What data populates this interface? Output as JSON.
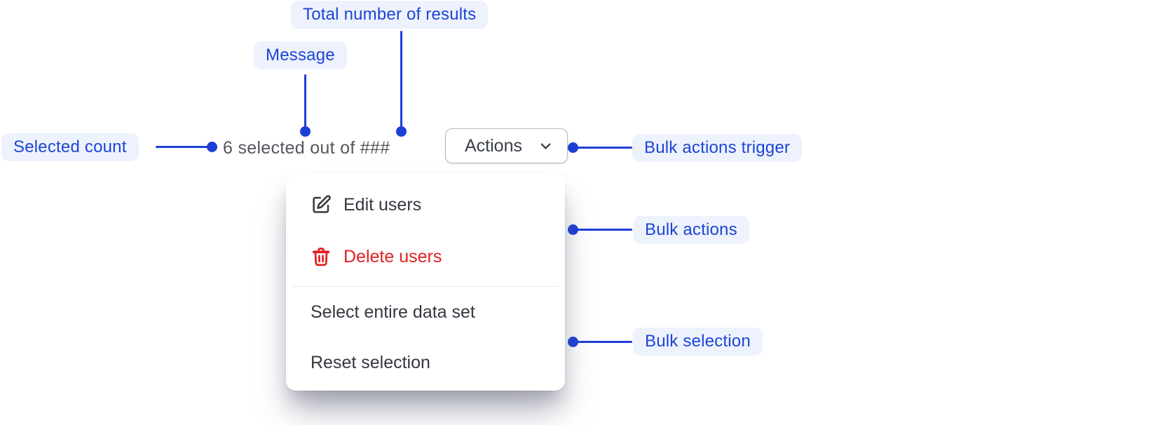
{
  "figure": {
    "annotations": {
      "total_results": "Total number of results",
      "message": "Message",
      "selected_count": "Selected count",
      "bulk_actions_trigger": "Bulk actions trigger",
      "bulk_actions": "Bulk actions",
      "bulk_selection": "Bulk selection"
    },
    "colors": {
      "annotation_text": "#1c45d6",
      "annotation_bg": "#edf2fd",
      "connector": "#1d3fd6",
      "danger": "#e02020",
      "message_text": "#54565c",
      "menu_text": "#343841"
    }
  },
  "selection_bar": {
    "message": "6 selected out of ###",
    "actions_label": "Actions",
    "actions_icon": "chevron-down-icon"
  },
  "menu": {
    "items": [
      {
        "label": "Edit users",
        "icon": "edit-icon"
      },
      {
        "label": "Delete users",
        "icon": "trash-icon",
        "tone": "danger"
      },
      {
        "label": "Select entire data set"
      },
      {
        "label": "Reset selection"
      }
    ]
  }
}
